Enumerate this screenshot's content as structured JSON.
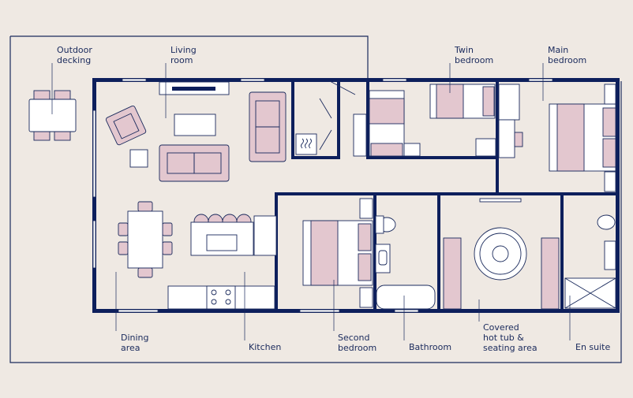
{
  "rooms": {
    "outdoor_decking": "Outdoor\ndecking",
    "living_room": "Living\nroom",
    "twin_bedroom": "Twin\nbedroom",
    "main_bedroom": "Main\nbedroom",
    "dining_area": "Dining\narea",
    "kitchen": "Kitchen",
    "second_bedroom": "Second\nbedroom",
    "bathroom": "Bathroom",
    "hot_tub": "Covered\nhot tub &\nseating area",
    "en_suite": "En suite"
  },
  "colors": {
    "background": "#efe9e3",
    "wall": "#0d1f5c",
    "furniture_fill": "#e3c7cf"
  }
}
